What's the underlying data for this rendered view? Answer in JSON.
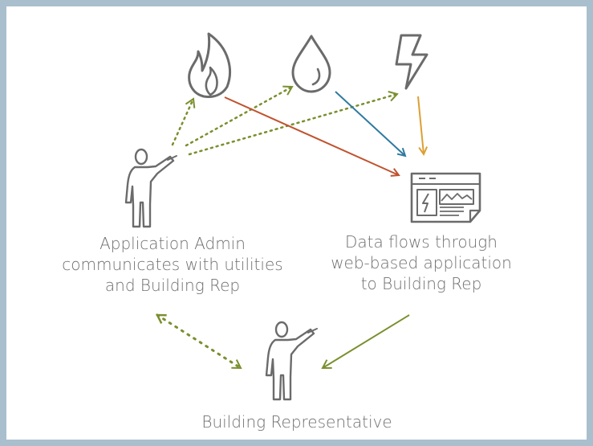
{
  "diagram": {
    "nodes": {
      "gas": {
        "icon": "flame-icon"
      },
      "water": {
        "icon": "water-drop-icon"
      },
      "electricity": {
        "icon": "lightning-bolt-icon"
      },
      "app": {
        "icon": "web-application-dashboard-icon",
        "label_lines": [
          "Data flows through",
          "web-based application",
          "to Building Rep"
        ]
      },
      "admin": {
        "icon": "person-pointing-icon",
        "label_lines": [
          "Application Admin",
          "communicates with utilities",
          "and Building Rep"
        ]
      },
      "rep": {
        "icon": "person-pointing-icon",
        "label": "Building Representative"
      }
    },
    "edges": [
      {
        "from": "admin",
        "to": "gas",
        "style": "dotted",
        "color": "#7a8f2e"
      },
      {
        "from": "admin",
        "to": "water",
        "style": "dotted",
        "color": "#7a8f2e"
      },
      {
        "from": "admin",
        "to": "electricity",
        "style": "dotted",
        "color": "#7a8f2e"
      },
      {
        "from": "gas",
        "to": "app",
        "style": "solid",
        "color": "#c0532f"
      },
      {
        "from": "water",
        "to": "app",
        "style": "solid",
        "color": "#2f7aa0"
      },
      {
        "from": "electricity",
        "to": "app",
        "style": "solid",
        "color": "#dca033"
      },
      {
        "from": "app",
        "to": "rep",
        "style": "solid",
        "color": "#7a8f2e"
      },
      {
        "from": "admin",
        "to": "rep",
        "style": "dotted-bidirectional",
        "color": "#7a8f2e"
      }
    ],
    "colors": {
      "frame": "#a9bfcd",
      "icon_stroke": "#6b6b6b",
      "label_text": "#6f6f6f"
    }
  }
}
